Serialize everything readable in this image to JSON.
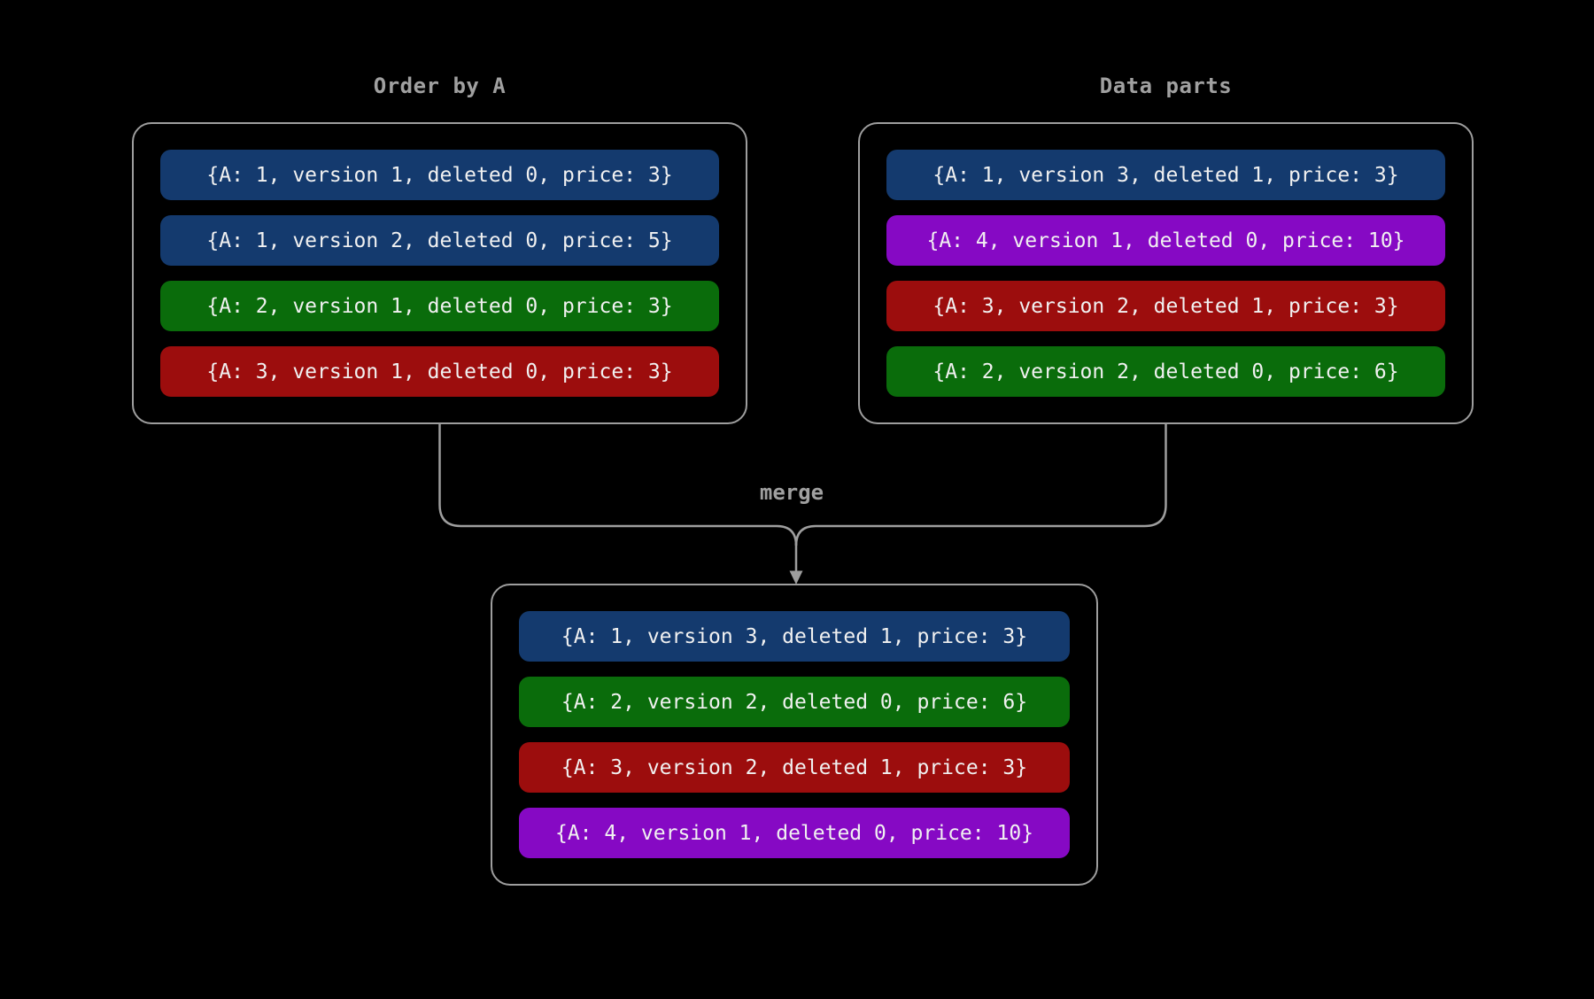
{
  "palette": {
    "blue": "#143a6e",
    "green": "#0a6c0b",
    "red": "#9c0d0d",
    "purple": "#8609c4",
    "line": "#9e9e9e",
    "title_text": "#a0a0a0",
    "row_text": "#f1f1f1",
    "background": "#000000"
  },
  "diagram": {
    "left_box": {
      "title": "Order by A",
      "rows": [
        {
          "text": "{A: 1, version 1, deleted 0, price: 3}",
          "color": "blue"
        },
        {
          "text": "{A: 1, version 2, deleted 0, price: 5}",
          "color": "blue"
        },
        {
          "text": "{A: 2, version 1, deleted 0, price: 3}",
          "color": "green"
        },
        {
          "text": "{A: 3, version 1, deleted 0, price: 3}",
          "color": "red"
        }
      ]
    },
    "right_box": {
      "title": "Data parts",
      "rows": [
        {
          "text": "{A: 1, version 3, deleted 1, price: 3}",
          "color": "blue"
        },
        {
          "text": "{A: 4, version 1, deleted 0, price: 10}",
          "color": "purple"
        },
        {
          "text": "{A: 3, version 2, deleted 1, price: 3}",
          "color": "red"
        },
        {
          "text": "{A: 2, version 2, deleted 0, price: 6}",
          "color": "green"
        }
      ]
    },
    "merge_label": "merge",
    "result_box": {
      "rows": [
        {
          "text": "{A: 1, version 3, deleted 1, price: 3}",
          "color": "blue"
        },
        {
          "text": "{A: 2, version 2, deleted 0, price: 6}",
          "color": "green"
        },
        {
          "text": "{A: 3, version 2, deleted 1, price: 3}",
          "color": "red"
        },
        {
          "text": "{A: 4, version 1, deleted 0, price: 10}",
          "color": "purple"
        }
      ]
    }
  }
}
